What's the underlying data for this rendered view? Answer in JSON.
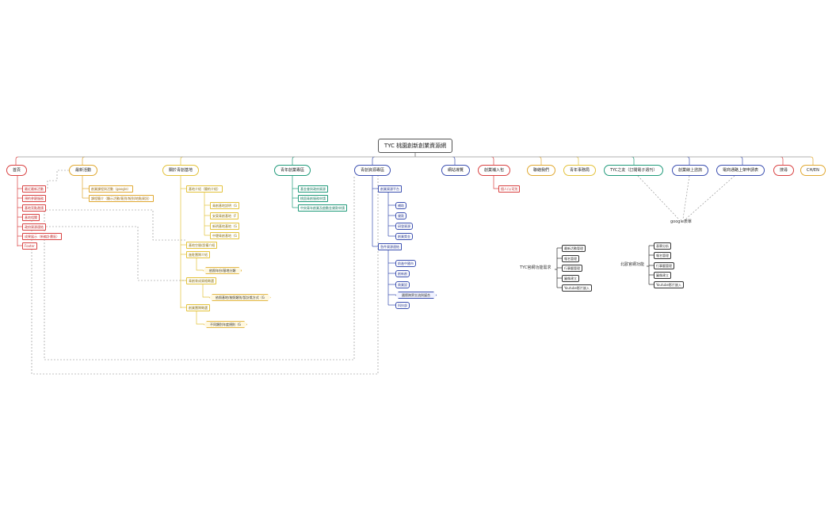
{
  "colors": {
    "home": "#d94141",
    "news": "#e0a830",
    "about": "#e3c23a",
    "youth": "#1f9a7a",
    "startup": "#3b4fb0",
    "rental": "#3b4fb0",
    "apply": "#d94141",
    "contact": "#e0a830",
    "youth_office": "#e3c23a",
    "tycfriend": "#1f9a7a",
    "online": "#3b4fb0",
    "elec": "#3b4fb0",
    "search": "#d94141",
    "lang": "#e0a830",
    "dashed": "#888888"
  },
  "root": {
    "label": "TYC 桃園創新創業資源網"
  },
  "topics": {
    "home": "首頁",
    "news": "最新活動",
    "about": "關於青創基地",
    "youth": "青年創業專區",
    "startup": "青創資源專區",
    "rental": "網站導覽",
    "apply": "創業補入包",
    "contact": "聯絡我們",
    "youth_office": "青年事務局",
    "tycfriend": "TYC之友（訂閱電子週刊）",
    "online": "創業線上諮詢",
    "elec": "電商通路上架申請表",
    "search": "搜尋",
    "lang": "CH/EN"
  },
  "home_items": [
    "最近最新活動",
    "預約參觀服務",
    "基地亮點邀請",
    "基地相關",
    "政府資源連結",
    "成果展示（新編計畫區）",
    "Footer"
  ],
  "news_items": [
    "創業課程與活動（google）",
    "課程簡介（顯示活動/簽到/報到/地點資訊）"
  ],
  "about": {
    "intro": "基地介紹（簡約介紹）",
    "intro_sub": [
      "青創基地說明（G",
      "安東青創基地（F",
      "新明基地基地（G",
      "中壢青創基地（G"
    ],
    "venue": "基地空間/設備介紹",
    "manage": "進駐團隊介紹",
    "manage_sub": "依照年份/基地分類",
    "incub": "青創育成資格徵選",
    "incub_sub": "依照基地/按照類別/設計獎方式（G",
    "team": "創業團隊徵選",
    "team_sub": "不同類別年度規則（G"
  },
  "youth_items": [
    "基金會與政府資源",
    "桃園青創服務申請",
    "中央青年創業及啟動金貸款申請"
  ],
  "startup": {
    "platform": "創業資源平台",
    "platform_sub": [
      "補助",
      "貸款",
      "研發資源",
      "創業獎金"
    ],
    "growth": "急件資源連結",
    "growth_sub": [
      "前進中國市",
      "創新創",
      "商業設",
      "國際跨界交流與媒合",
      "科技部"
    ]
  },
  "apply_items": [
    "個人/公司別"
  ],
  "google_form": "google表單",
  "tyc_admin": {
    "label": "TYC官網功能需求",
    "items": [
      "最新活動管理",
      "報名管理",
      "行事曆管理",
      "圖像建立",
      "Youtube影片嵌入"
    ]
  },
  "right_admin": {
    "label": "北歐官網功能",
    "items": [
      "表單分析",
      "報名管理",
      "行事曆管理",
      "圖像建立",
      "Youtube影片嵌入"
    ]
  }
}
